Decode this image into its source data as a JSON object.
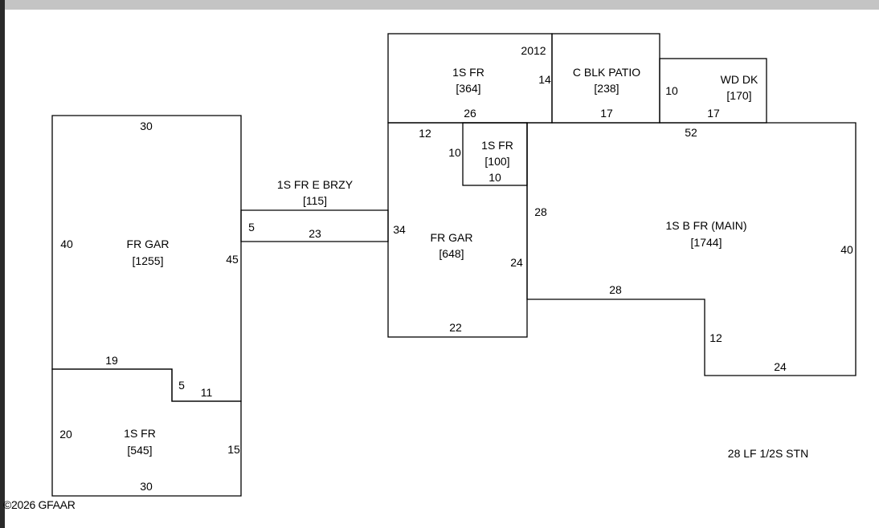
{
  "copyright": "©2026 GFAAR",
  "note": "28 LF 1/2S STN",
  "areas": {
    "fr_gar_left": {
      "name": "FR GAR",
      "area": "[1255]"
    },
    "sfr_545": {
      "name": "1S FR",
      "area": "[545]"
    },
    "breezeway": {
      "name": "1S FR E BRZY",
      "area": "[115]"
    },
    "fr_gar_right": {
      "name": "FR GAR",
      "area": "[648]"
    },
    "sfr_364": {
      "name": "1S FR",
      "area": "[364]"
    },
    "patio": {
      "name": "C BLK PATIO",
      "area": "[238]"
    },
    "deck": {
      "name": "WD DK",
      "area": "[170]"
    },
    "sfr_100": {
      "name": "1S FR",
      "area": "[100]"
    },
    "main": {
      "name": "1S B FR (MAIN)",
      "area": "[1744]"
    }
  },
  "dims": {
    "gar_left_top": "30",
    "gar_left_left": "40",
    "gar_left_right": "45",
    "sfr545_top": "19",
    "sfr545_step_v": "5",
    "sfr545_step_h": "11",
    "sfr545_left": "20",
    "sfr545_right": "15",
    "sfr545_bottom": "30",
    "brzy_v": "5",
    "brzy_bottom": "23",
    "sfr364_year": "2012",
    "sfr364_right": "14",
    "sfr364_bottom": "26",
    "patio_bottom": "17",
    "deck_left": "10",
    "deck_bottom": "17",
    "gar_right_top": "12",
    "sfr100_left": "10",
    "sfr100_bottom": "10",
    "gar_right_left": "34",
    "gar_right_right": "24",
    "gar_right_bottom": "22",
    "main_top": "52",
    "main_left": "28",
    "main_right": "40",
    "main_step_h": "28",
    "main_step_v": "12",
    "main_bottom": "24"
  }
}
